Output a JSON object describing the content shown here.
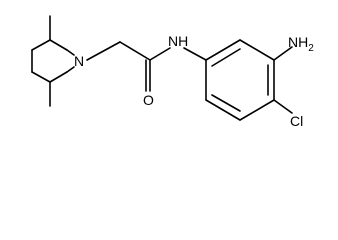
{
  "molecule": {
    "atoms": {
      "amide_n": "N",
      "amide_h": "H",
      "amide_nh": "NH",
      "ring_n": "N",
      "carbonyl_o": "O",
      "amino": "NH",
      "amino_sub": "2",
      "chloro": "Cl"
    },
    "colors": {
      "bond": "#000000",
      "label": "#000000",
      "background": "#ffffff"
    }
  }
}
